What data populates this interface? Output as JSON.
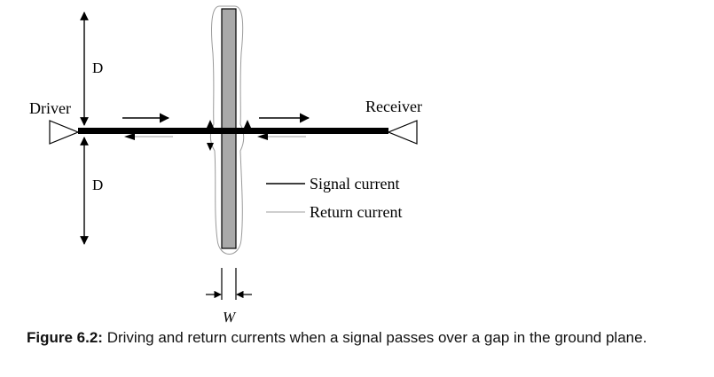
{
  "labels": {
    "distance_top": "D",
    "distance_bottom": "D",
    "driver": "Driver",
    "receiver": "Receiver",
    "gap_width": "W"
  },
  "legend": {
    "signal": "Signal current",
    "return": "Return current"
  },
  "caption": {
    "label": "Figure 6.2:",
    "text": "Driving and return currents when a signal passes over a gap in the ground plane."
  },
  "colors": {
    "trace": "#000000",
    "gap": "#a9a9a9",
    "return_line": "#b0b0b0"
  }
}
